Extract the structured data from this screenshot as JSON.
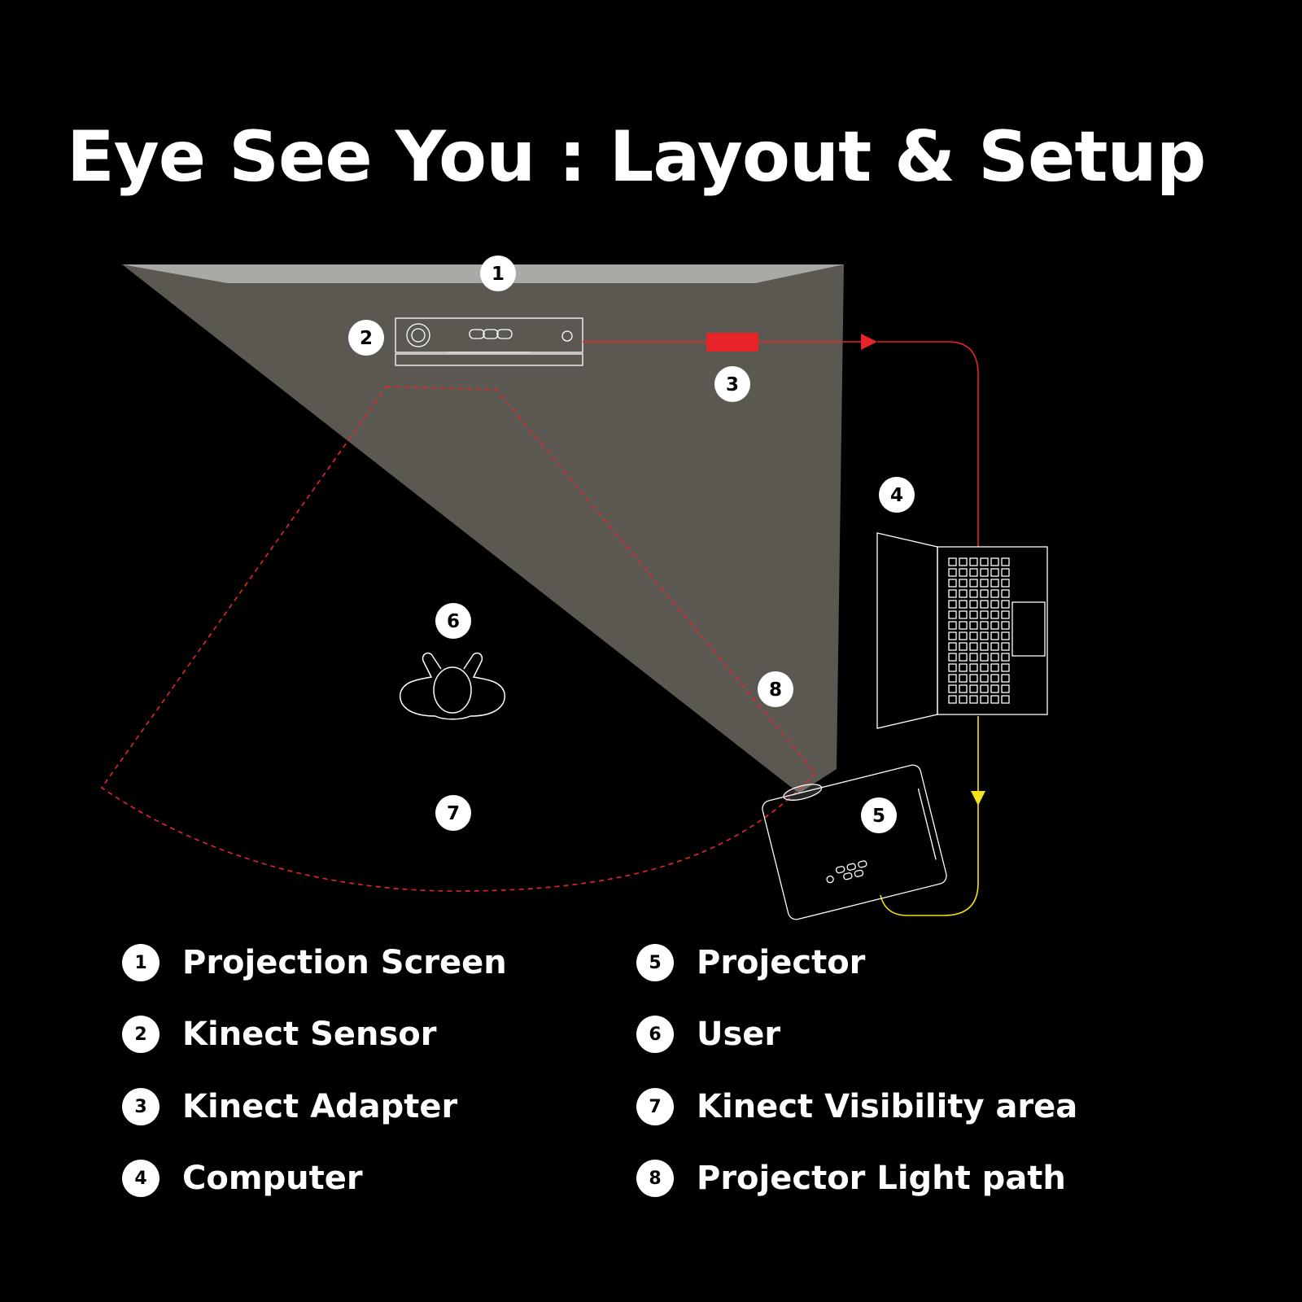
{
  "title": "Eye See You : Layout & Setup",
  "colors": {
    "background": "#000000",
    "projection_fill": "#5a5850",
    "screen_fill": "#a9aaa5",
    "data_cable": "#e8242b",
    "power_cable": "#f2e21a",
    "outline": "#ffffff"
  },
  "diagram": {
    "markers": [
      {
        "number": "1",
        "component": "projection-screen"
      },
      {
        "number": "2",
        "component": "kinect-sensor"
      },
      {
        "number": "3",
        "component": "kinect-adapter"
      },
      {
        "number": "4",
        "component": "computer"
      },
      {
        "number": "5",
        "component": "projector"
      },
      {
        "number": "6",
        "component": "user"
      },
      {
        "number": "7",
        "component": "kinect-visibility-area"
      },
      {
        "number": "8",
        "component": "projector-light-path"
      }
    ]
  },
  "legend": [
    {
      "number": "1",
      "label": "Projection Screen"
    },
    {
      "number": "2",
      "label": "Kinect Sensor"
    },
    {
      "number": "3",
      "label": "Kinect Adapter"
    },
    {
      "number": "4",
      "label": "Computer"
    },
    {
      "number": "5",
      "label": "Projector"
    },
    {
      "number": "6",
      "label": "User"
    },
    {
      "number": "7",
      "label": "Kinect Visibility area"
    },
    {
      "number": "8",
      "label": "Projector Light path"
    }
  ]
}
